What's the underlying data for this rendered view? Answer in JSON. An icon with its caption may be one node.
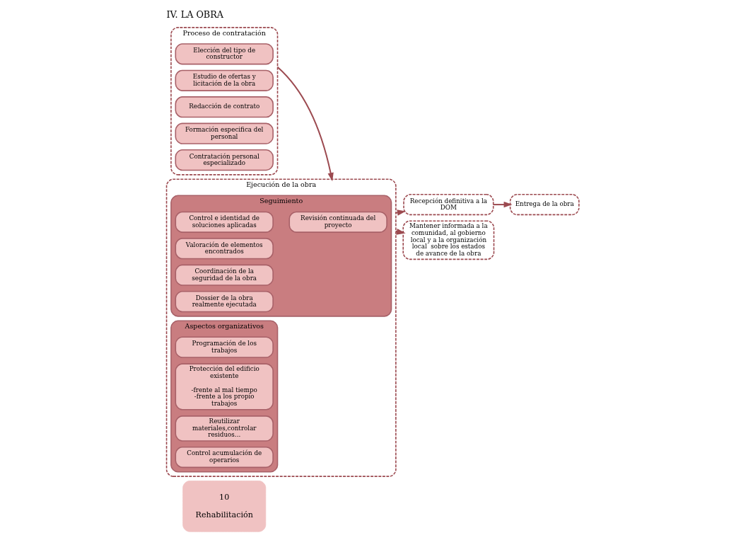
{
  "diagram": {
    "title": "IV. LA OBRA",
    "nodes": [
      {
        "text": [
          "10",
          "Rehabilitación"
        ]
      },
      {
        "text": [
          "Proceso de contratación"
        ]
      },
      {
        "text": [
          "Elección del tipo de constructor"
        ],
        "in": 1
      },
      {
        "text": [
          "Estudio de ofertas y licitación de la obra"
        ],
        "in": 1
      },
      {
        "text": [
          "Redacción de contrato"
        ],
        "in": 1
      },
      {
        "text": [
          "Formación especifica del personal"
        ],
        "in": 1
      },
      {
        "text": [
          "Contratación personal especializado"
        ],
        "in": 1
      },
      {
        "text": [
          "Ejecución de la obra"
        ]
      },
      {
        "text": [
          "Seguimiento"
        ],
        "in": 7
      },
      {
        "text": [
          "Revisión continuada del proyecto"
        ],
        "in": 8
      },
      {
        "text": [
          "Control e identidad de soluciones aplicadas"
        ],
        "in": 8
      },
      {
        "text": [
          "Valoración de elementos encontrados"
        ],
        "in": 8
      },
      {
        "text": [
          "Coordinación de la seguridad de la obra"
        ],
        "in": 8
      },
      {
        "text": [
          "Dossier de la obra realmente ejecutada"
        ],
        "in": 8
      },
      {
        "text": [
          "Aspectos organizativos"
        ],
        "in": 7
      },
      {
        "text": [
          "Programación de los trabajos"
        ],
        "in": 14
      },
      {
        "text": [
          "Protección del edificio existente",
          "-frente al mal tiempo -frente a los propio trabajos"
        ],
        "in": 14
      },
      {
        "text": [
          "Reutilizar materiales,controlar residuos..."
        ],
        "in": 14
      },
      {
        "text": [
          "Control acumulación de operarios"
        ],
        "in": 14
      },
      {
        "text": [
          "Recepción definitiva a la DOM"
        ]
      },
      {
        "text": [
          "Entrega de la obra"
        ]
      },
      {
        "text": [
          "Mantener informada a la comunidad, al gobierno local y a la organización local  sobre los estados de avance de la obra"
        ]
      }
    ],
    "edges": [
      {
        "from": 1,
        "to": 7,
        "arrow": "to"
      },
      {
        "from": 7,
        "to": 19,
        "arrow": "to"
      },
      {
        "from": 19,
        "to": 20,
        "arrow": "to"
      },
      {
        "from": 7,
        "to": 21,
        "arrow": "to",
        "style": "dashed"
      }
    ]
  }
}
